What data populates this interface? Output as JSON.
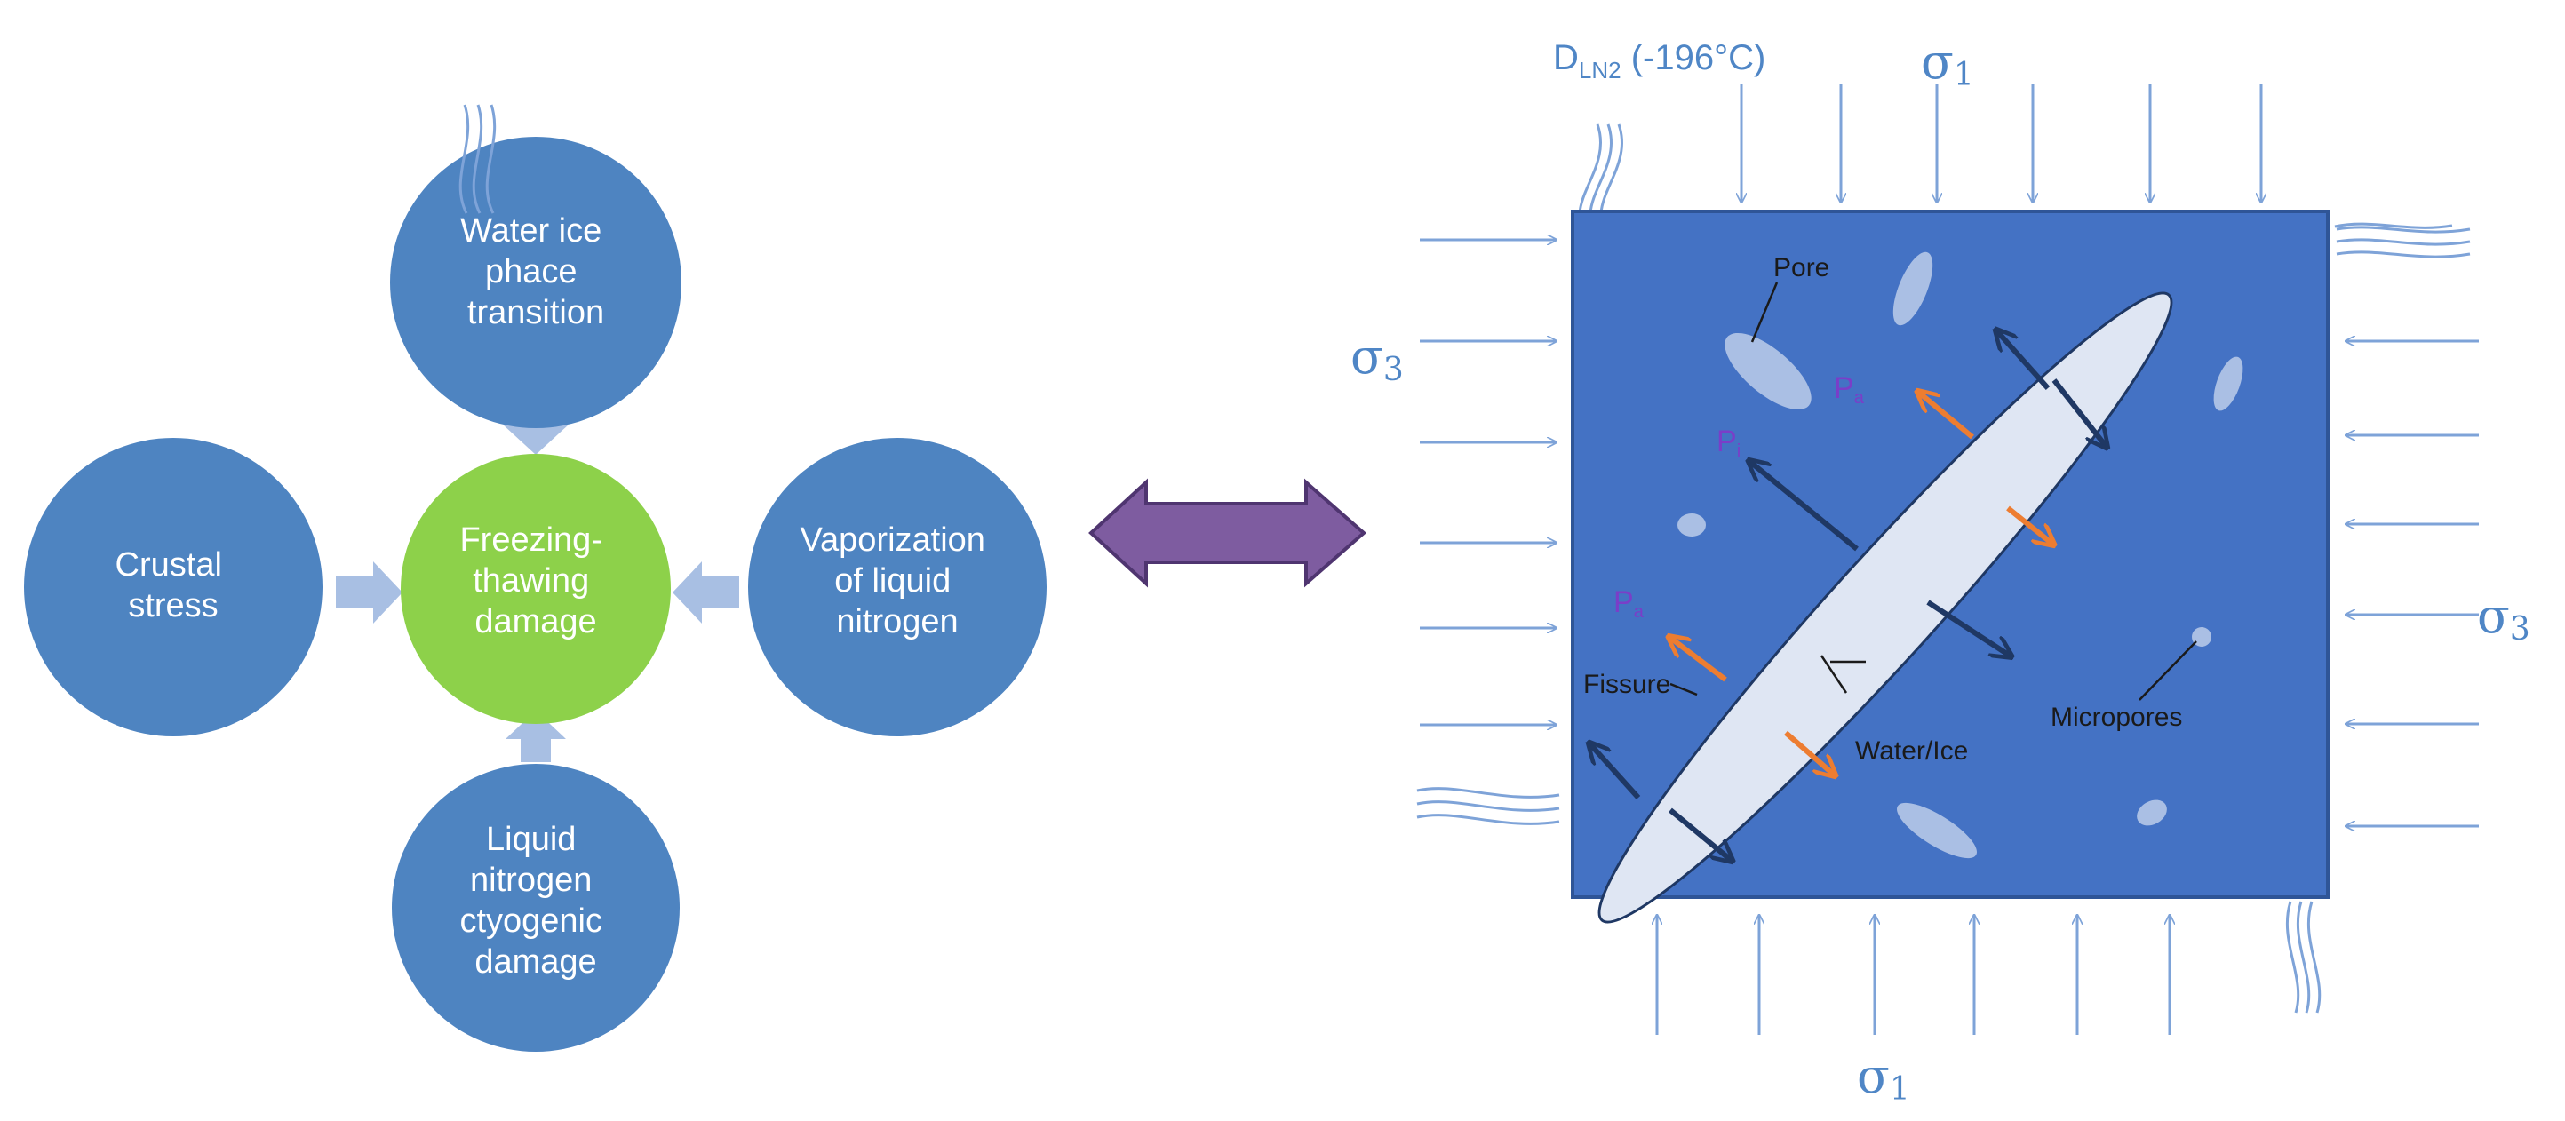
{
  "colors": {
    "node_blue": "#4e84c1",
    "node_green": "#8dd14a",
    "connector_arrow": "#a8bfe3",
    "double_arrow": "#7e5ca0",
    "rock_block": "#4472c4",
    "fissure_fill": "#dfe6f3",
    "stress_arrow": "#7ea3d8",
    "dark_arrow": "#1f3864",
    "orange_arrow": "#ed7d31",
    "purple_label": "#7a3ec8"
  },
  "flowchart": {
    "center": {
      "line1": "Freezing-",
      "line2": "thawing",
      "line3": "damage"
    },
    "top": {
      "line1": "Water ice",
      "line2": "phace",
      "line3": "transition"
    },
    "left": {
      "line1": "Crustal",
      "line2": "stress"
    },
    "right": {
      "line1": "Vaporization",
      "line2": "of liquid",
      "line3": "nitrogen"
    },
    "bottom": {
      "line1": "Liquid",
      "line2": "nitrogen",
      "line3": "ctyogenic",
      "line4": "damage"
    }
  },
  "model": {
    "dln2_main": "D",
    "dln2_sub": "LN2",
    "dln2_temp": " (-196°C)",
    "sigma1_top": "σ",
    "sigma1_top_sub": "1",
    "sigma1_bottom": "σ",
    "sigma1_bottom_sub": "1",
    "sigma3_left": "σ",
    "sigma3_left_sub": "3",
    "sigma3_right": "σ",
    "sigma3_right_sub": "3",
    "labels": {
      "pore": "Pore",
      "fissure": "Fissure",
      "water_ice": "Water/Ice",
      "micropores": "Micropores",
      "pi_main": "P",
      "pi_sub": "i",
      "pa_upper_main": "P",
      "pa_upper_sub": "a",
      "pa_lower_main": "P",
      "pa_lower_sub": "a"
    }
  }
}
